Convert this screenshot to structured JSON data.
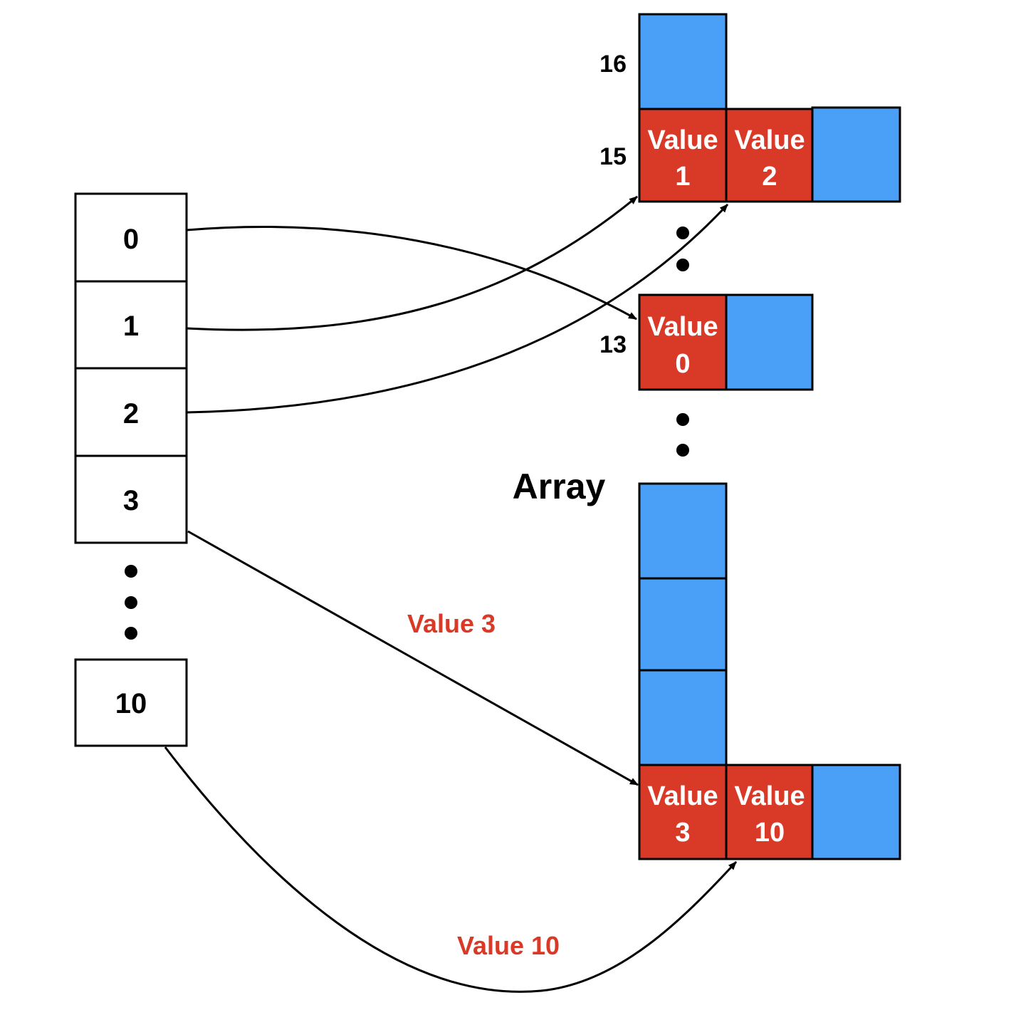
{
  "colors": {
    "slot": "#ffffff",
    "filled": "#d93a28",
    "empty": "#4aa0f7",
    "stroke": "#000000",
    "edge_label": "#d93a28"
  },
  "diagram": {
    "title": "Array",
    "index_slots": [
      "0",
      "1",
      "2",
      "3",
      "10"
    ],
    "row_labels": {
      "r16": "16",
      "r15": "15",
      "r13": "13"
    },
    "cells": {
      "c15a": [
        "Value",
        "1"
      ],
      "c15b": [
        "Value",
        "2"
      ],
      "c13a": [
        "Value",
        "0"
      ],
      "cba": [
        "Value",
        "3"
      ],
      "cbb": [
        "Value",
        "10"
      ]
    },
    "edge_labels": {
      "e3": "Value 3",
      "e10": "Value 10"
    },
    "edges": [
      {
        "from": "0",
        "to": "Value 0"
      },
      {
        "from": "1",
        "to": "Value 1"
      },
      {
        "from": "2",
        "to": "Value 2"
      },
      {
        "from": "3",
        "to": "Value 3"
      },
      {
        "from": "10",
        "to": "Value 10"
      }
    ]
  }
}
